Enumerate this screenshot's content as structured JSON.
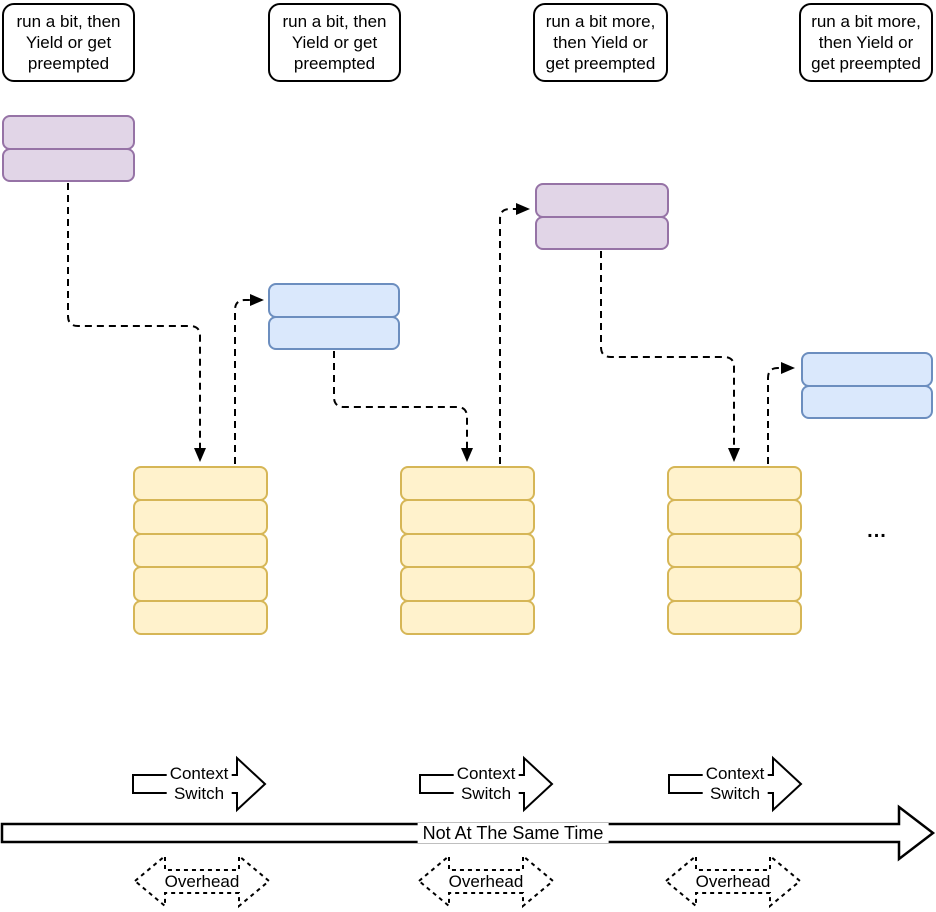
{
  "diagram": {
    "callouts": [
      {
        "text": "run a bit, then\nYield or get\npreempted"
      },
      {
        "text": "run a bit, then\nYield or get\npreempted"
      },
      {
        "text": "run a bit more,\nthen Yield or\nget preempted"
      },
      {
        "text": "run a bit more,\nthen Yield or\nget preempted"
      }
    ],
    "labels": {
      "context_switch": "Context\nSwitch",
      "timeline": "Not At The Same Time",
      "overhead": "Overhead",
      "ellipsis": "..."
    },
    "stacks": [
      {
        "name": "purple-task-stack-1",
        "color": "purple",
        "rows": 2
      },
      {
        "name": "blue-task-stack-1",
        "color": "blue",
        "rows": 2
      },
      {
        "name": "purple-task-stack-2",
        "color": "purple",
        "rows": 2
      },
      {
        "name": "blue-task-stack-2",
        "color": "blue",
        "rows": 2
      },
      {
        "name": "ready-queue-1",
        "color": "yellow",
        "rows": 5
      },
      {
        "name": "ready-queue-2",
        "color": "yellow",
        "rows": 5
      },
      {
        "name": "ready-queue-3",
        "color": "yellow",
        "rows": 5
      }
    ],
    "colors": {
      "purple_fill": "#e1d5e7",
      "purple_border": "#9673a6",
      "blue_fill": "#dae8fc",
      "blue_border": "#6c8ebf",
      "yellow_fill": "#fff2cc",
      "yellow_border": "#d6b656",
      "line": "#000000",
      "background": "#ffffff"
    }
  }
}
